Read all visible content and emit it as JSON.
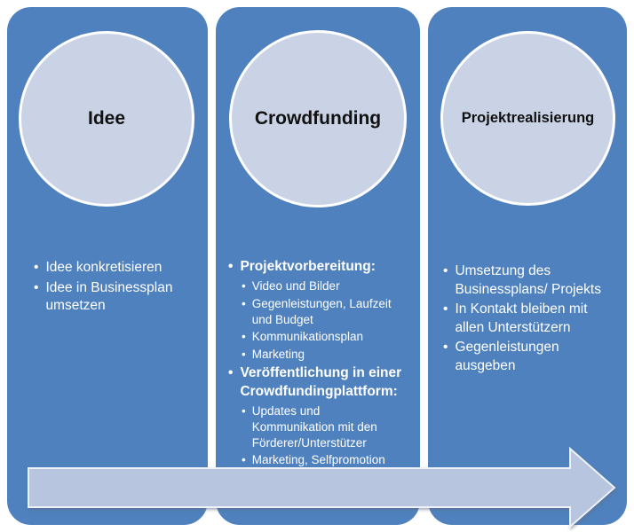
{
  "diagram": {
    "type": "process-smartart",
    "colors": {
      "column_bg": "#4e81bd",
      "circle_fill": "#cad3e5",
      "circle_border": "#ffffff",
      "arrow_fill": "#b7c5de",
      "list_text": "#ffffff",
      "title_text": "#111111"
    },
    "arrow": {
      "icon": "right-arrow",
      "direction": "right"
    },
    "columns": [
      {
        "title": "Idee",
        "items": [
          {
            "text": "Idee konkretisieren",
            "level": 1,
            "bold": false
          },
          {
            "text": "Idee in Businessplan\numsetzen",
            "level": 1,
            "bold": false
          }
        ]
      },
      {
        "title": "Crowdfunding",
        "items": [
          {
            "text": "Projektvorbereitung:",
            "level": 1,
            "bold": true
          },
          {
            "text": "Video und Bilder",
            "level": 2,
            "bold": false
          },
          {
            "text": "Gegenleistungen, Laufzeit\nund Budget",
            "level": 2,
            "bold": false
          },
          {
            "text": "Kommunikationsplan",
            "level": 2,
            "bold": false
          },
          {
            "text": "Marketing",
            "level": 2,
            "bold": false
          },
          {
            "text": "Veröffentlichung in einer\nCrowdfundingplattform:",
            "level": 1,
            "bold": true
          },
          {
            "text": "Updates und\nKommunikation mit den\nFörderer/Unterstützer",
            "level": 2,
            "bold": false
          },
          {
            "text": "Marketing, Selfpromotion",
            "level": 2,
            "bold": false
          }
        ]
      },
      {
        "title": "Projektrealisierung",
        "items": [
          {
            "text": "Umsetzung des\nBusinessplans/ Projekts",
            "level": 1,
            "bold": false
          },
          {
            "text": "In Kontakt bleiben mit\nallen Unterstützern",
            "level": 1,
            "bold": false
          },
          {
            "text": "Gegenleistungen\nausgeben",
            "level": 1,
            "bold": false
          }
        ]
      }
    ]
  }
}
